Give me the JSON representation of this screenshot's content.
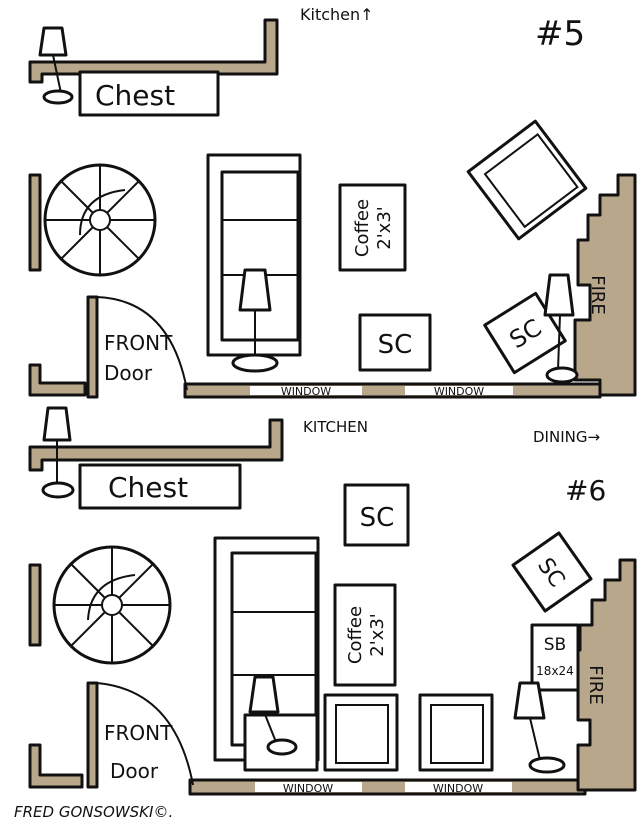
{
  "colors": {
    "wall": "#b9a78c",
    "ink": "#111111",
    "paper": "#ffffff"
  },
  "plan5": {
    "number": "#5",
    "kitchen": "Kitchen↑",
    "chest": "Chest",
    "coffee_line1": "Coffee",
    "coffee_line2": "2'x3'",
    "sc1": "SC",
    "sc2": "SC",
    "fire": "FIRE",
    "front": "FRONT",
    "door": "Door",
    "window1": "WINDOW",
    "window2": "WINDOW"
  },
  "plan6": {
    "number": "#6",
    "kitchen": "KITCHEN",
    "dining": "DINING→",
    "chest": "Chest",
    "coffee_line1": "Coffee",
    "coffee_line2": "2'x3'",
    "sc1": "SC",
    "sc2": "SC",
    "sb": "SB",
    "sb_size": "18x24",
    "fire": "FIRE",
    "front": "FRONT",
    "door": "Door",
    "window1": "WINDOW",
    "window2": "WINDOW"
  },
  "signature": "FRED GONSOWSKI©."
}
